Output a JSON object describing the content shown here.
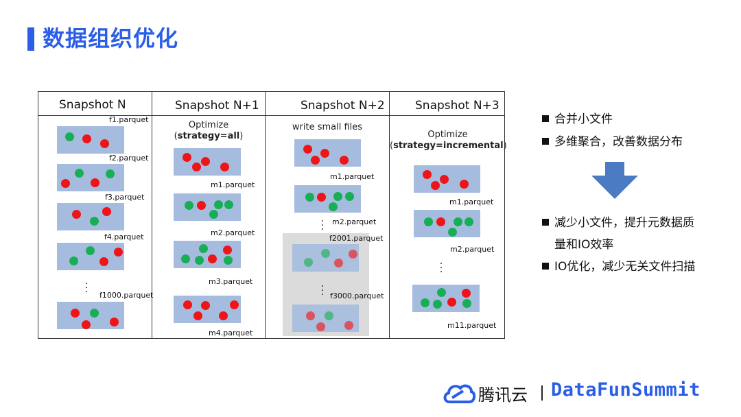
{
  "title": "数据组织优化",
  "columns": [
    {
      "header": "Snapshot N"
    },
    {
      "header": "Snapshot N+1",
      "sub_line1": "Optimize",
      "sub_line2": "strategy=all"
    },
    {
      "header": "Snapshot N+2",
      "sub_line1": "write small files"
    },
    {
      "header": "Snapshot N+3",
      "sub_line1": "Optimize",
      "sub_line2": "strategy=incremental"
    }
  ],
  "files": {
    "c1": [
      "f1.parquet",
      "f2.parquet",
      "f3.parquet",
      "f4.parquet",
      "f1000.parquet"
    ],
    "c2": [
      "m1.parquet",
      "m2.parquet",
      "m3.parquet",
      "m4.parquet"
    ],
    "c3": [
      "m1.parquet",
      "m2.parquet",
      "f2001.parquet",
      "f3000.parquet"
    ],
    "c4": [
      "m1.parquet",
      "m2.parquet",
      "m11.parquet"
    ]
  },
  "bullets_top": [
    "合并小文件",
    "多维聚合，改善数据分布"
  ],
  "bullets_bottom": [
    "减少小文件，提升元数据质",
    "量和IO效率",
    "IO优化，减少无关文件扫描"
  ],
  "footer": {
    "brand": "腾讯云",
    "event": "DataFunSummit"
  },
  "colors": {
    "accent": "#2a5ee8",
    "block": "#a6bcdf",
    "red": "#ef1418",
    "green": "#18ae55",
    "arrow": "#4a7bc3"
  }
}
